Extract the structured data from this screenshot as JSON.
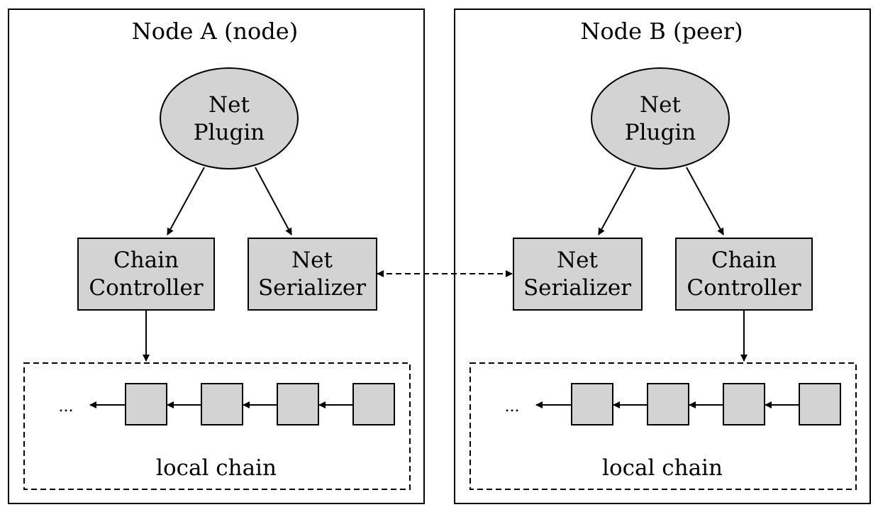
{
  "node_a": {
    "title": "Node A (node)",
    "net_plugin": [
      "Net",
      "Plugin"
    ],
    "chain_controller": [
      "Chain",
      "Controller"
    ],
    "net_serializer": [
      "Net",
      "Serializer"
    ],
    "local_chain_label": "local chain",
    "ellipsis": "..."
  },
  "node_b": {
    "title": "Node B (peer)",
    "net_plugin": [
      "Net",
      "Plugin"
    ],
    "net_serializer": [
      "Net",
      "Serializer"
    ],
    "chain_controller": [
      "Chain",
      "Controller"
    ],
    "local_chain_label": "local chain",
    "ellipsis": "..."
  },
  "colors": {
    "node_fill": "#d3d3d3",
    "stroke": "#000000",
    "background": "#ffffff"
  }
}
